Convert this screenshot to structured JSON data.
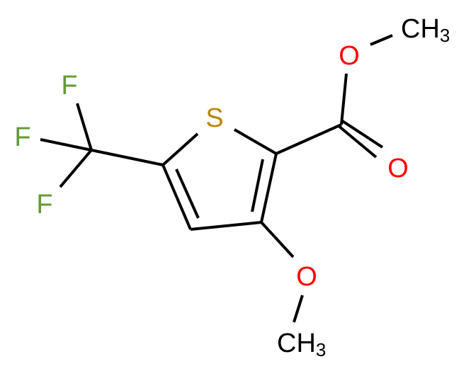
{
  "molecule": {
    "atoms": {
      "methyl_ester": {
        "label": "CH",
        "sub": "3",
        "color": "#000000"
      },
      "ester_o": {
        "label": "O",
        "color": "#ff0000"
      },
      "carbonyl_o": {
        "label": "O",
        "color": "#ff0000"
      },
      "sulfur": {
        "label": "S",
        "color": "#b8860b"
      },
      "methoxy_o": {
        "label": "O",
        "color": "#ff0000"
      },
      "methyl_methoxy": {
        "label": "CH",
        "sub": "3",
        "color": "#000000"
      },
      "f1": {
        "label": "F",
        "color": "#629b35"
      },
      "f2": {
        "label": "F",
        "color": "#629b35"
      },
      "f3": {
        "label": "F",
        "color": "#629b35"
      }
    }
  }
}
